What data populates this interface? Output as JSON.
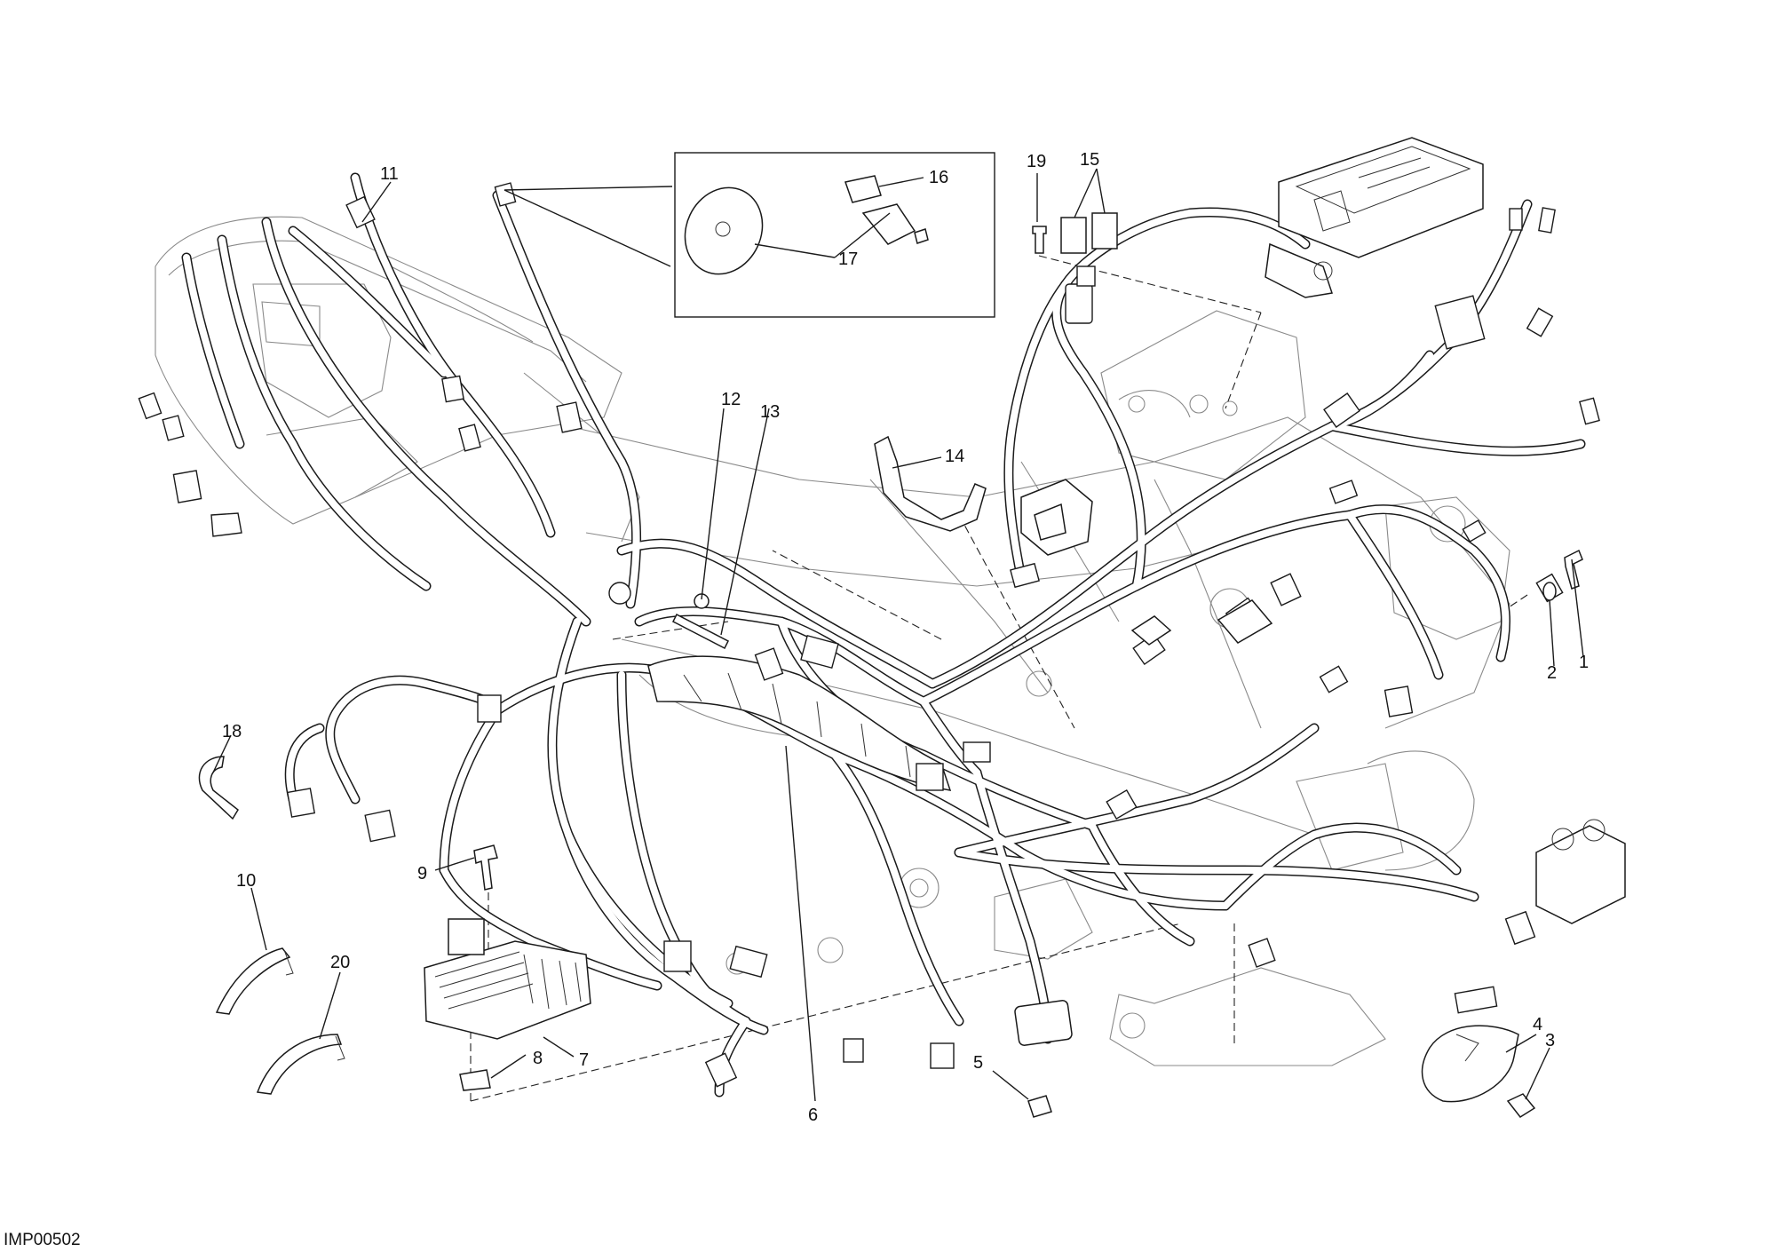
{
  "diagram": {
    "reference_code": "IMP00502",
    "callouts": [
      "1",
      "2",
      "3",
      "4",
      "5",
      "6",
      "7",
      "8",
      "9",
      "10",
      "11",
      "12",
      "13",
      "14",
      "15",
      "16",
      "17",
      "18",
      "19",
      "20"
    ]
  }
}
